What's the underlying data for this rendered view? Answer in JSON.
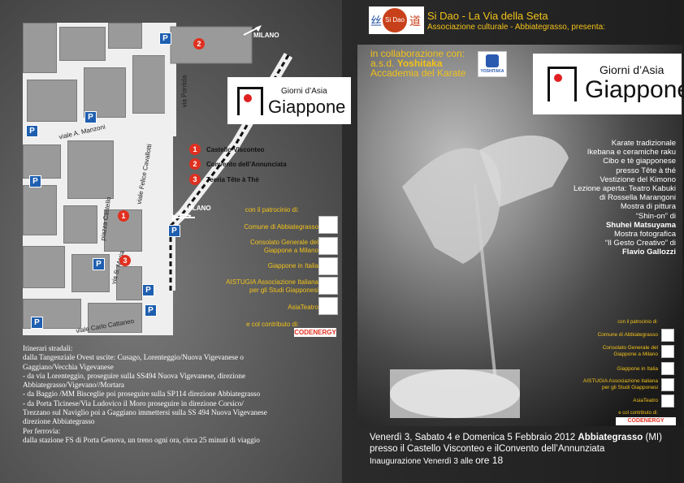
{
  "header": {
    "brand": "Si Dao - La Via della Seta",
    "subtitle": "Associazione culturale - Abbiategrasso, presenta:",
    "logo_text": "Si Dao"
  },
  "collab": {
    "line1": "in collaborazione con:",
    "line2_prefix": "a.s.d.",
    "line2_name": "Yoshitaka",
    "line3": "Accademia del Karate",
    "badge": "YOSHITAKA"
  },
  "event_logo": {
    "top": "Giorni d’Asia",
    "main": "Giappone"
  },
  "map": {
    "roads": [
      "MILANO",
      "via Pontida",
      "viale A. Manzoni",
      "viale Felice Cavallotti",
      "piazza Castello",
      "via S. Maria",
      "viale Carlo Cattaneo",
      "MILANO"
    ],
    "parking_label": "P",
    "pins": [
      "1",
      "2",
      "3"
    ]
  },
  "legend": [
    {
      "num": "1",
      "label": "Castello Visconteo"
    },
    {
      "num": "2",
      "label": "Convento dell’Annunciata"
    },
    {
      "num": "3",
      "label": "Teeria Tête à Thè"
    }
  ],
  "left_patrons": {
    "heading": "con il patrocinio di:",
    "items": [
      "Comune di Abbiategrasso",
      "Consolato Generale del",
      "Giappone a Milano",
      "Giappone in Italia",
      "AISTUGIA Associazione Italiana",
      "per gli Studi Giapponesi",
      "AsiaTeatro"
    ],
    "contrib_heading": "e col contributo di:",
    "sponsor": "CODENERGY"
  },
  "right_patrons": {
    "heading": "con il patrocinio di:",
    "items": [
      "Comune di Abbiategrasso",
      "Consolato Generale del",
      "Giappone a Milano",
      "Giappone in Italia",
      "AISTUGIA Associazione italiana",
      "per gli Studi Giapponesi",
      "AsiaTeatro"
    ],
    "contrib_heading": "e col contributo di:",
    "sponsor": "CODENERGY"
  },
  "itinerary": [
    "Itinerari stradali:",
    "dalla Tangenziale Ovest uscite: Cusago, Lorenteggio/Nuova Vigevanese o",
    "Gaggiano/Vecchia Vigevanese",
    "- da via Lorenteggio, proseguire sulla SS494 Nuova Vigevanese, direzione",
    "Abbiategrasso/Vigevano//Mortara",
    "- da Baggio /MM Bisceglie poi proseguire sulla SP114 direzione Abbiategrasso",
    "- da Porta Ticinese/Via Ludovico il Moro proseguire in direzione Corsico/",
    "Trezzano sul Naviglio poi a Gaggiano immettersi sulla SS 494 Nuova Vigevanese",
    "direzione Abbiategrasso",
    "Per ferrovia:",
    "dalla stazione FS di Porta Genova, un treno ogni ora, circa 25 minuti di viaggio"
  ],
  "events": [
    {
      "text": "Karate tradizionale",
      "bold": false
    },
    {
      "text": "Ikebana e ceramiche raku",
      "bold": false
    },
    {
      "text": "Cibo e tè giapponese",
      "bold": false
    },
    {
      "text": "presso Tête à thé",
      "bold": false
    },
    {
      "text": "Vestizione del Kimono",
      "bold": false
    },
    {
      "text": "Lezione aperta: Teatro Kabuki",
      "bold": false
    },
    {
      "text": "di Rossella Marangoni",
      "bold": false
    },
    {
      "text": "Mostra di pittura",
      "bold": false
    },
    {
      "text": "“Shin-on” di",
      "bold": false
    },
    {
      "text": "Shuhei Matsuyama",
      "bold": true
    },
    {
      "text": "Mostra fotografica",
      "bold": false
    },
    {
      "text": "“Il Gesto Creativo” di",
      "bold": false
    },
    {
      "text": "Flavio Gallozzi",
      "bold": true
    }
  ],
  "dates": {
    "line1_prefix": "Venerdì 3, Sabato 4 e Domenica 5 Febbraio 2012",
    "line1_city": "Abbiategrasso",
    "line1_suffix": "(MI)",
    "line2": "presso il Castello Visconteo e ilConvento dell’Annunziata",
    "line3_prefix": "Inaugurazione Venerdì 3 alle",
    "line3_time": "ore 18"
  },
  "colors": {
    "yellow": "#f2c21a",
    "red": "#e02020",
    "parking_blue": "#1f5fb0"
  }
}
